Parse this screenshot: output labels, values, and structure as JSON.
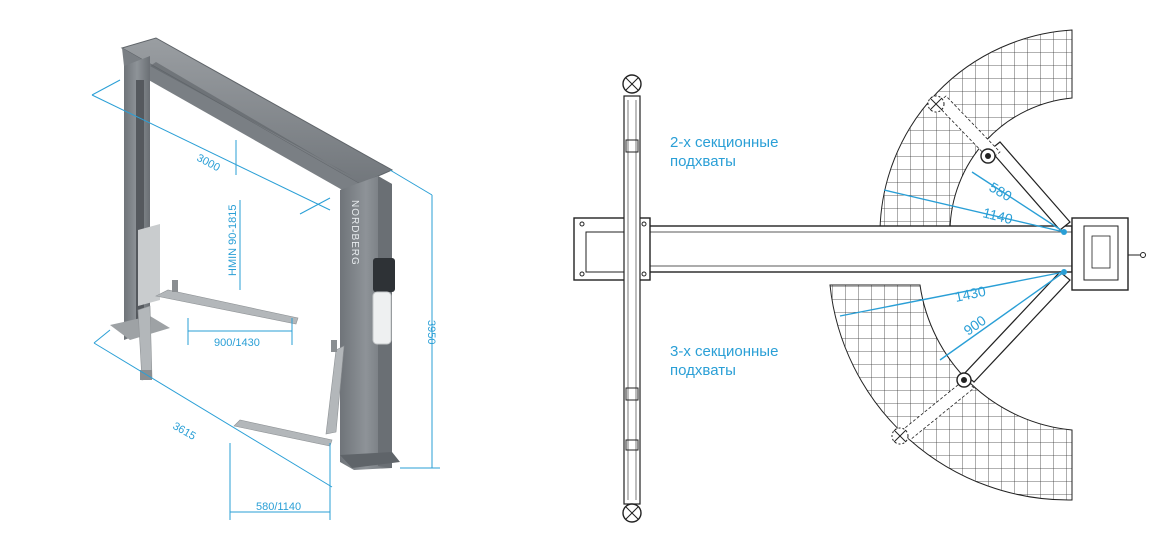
{
  "colors": {
    "accent": "#2a9fd6",
    "lift_body": "#858a8f",
    "lift_dark": "#5f6469",
    "lift_light": "#b9bdc0",
    "drawing_line": "#222222",
    "grid_line": "#333333"
  },
  "left_view": {
    "brand": "NORDBERG",
    "labels": {
      "dim_width": "3000",
      "dim_height_range": "HMIN 90-1815",
      "dim_arm_long": "900/1430",
      "dim_total_height": "3950",
      "dim_depth": "3615",
      "dim_arm_short": "580/1140"
    }
  },
  "right_view": {
    "caption_two_section_line1": "2-х секционные",
    "caption_two_section_line2": "подхваты",
    "caption_three_section_line1": "3-х секционные",
    "caption_three_section_line2": "подхваты",
    "labels": {
      "dim_580": "580",
      "dim_1140": "1140",
      "dim_1430": "1430",
      "dim_900": "900"
    }
  }
}
